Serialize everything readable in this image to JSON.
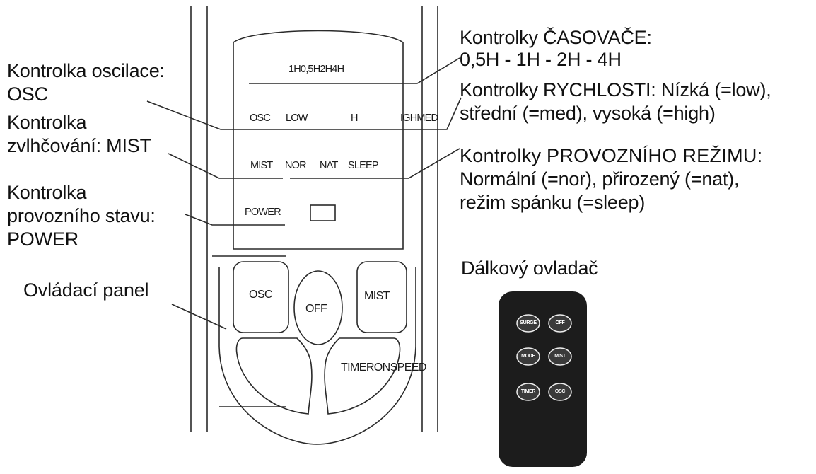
{
  "callouts": {
    "timer_title": "Kontrolky ČASOVAČE:",
    "timer_values": "0,5H - 1H - 2H - 4H",
    "speed_line1": "Kontrolky RYCHLOSTI: Nízká (=low),",
    "speed_line2": "střední (=med), vysoká (=high)",
    "mode_line1": "Kontrolky PROVOZNÍHO REŽIMU:",
    "mode_line2": "Normální (=nor), přirozený (=nat),",
    "mode_line3": "režim spánku (=sleep)",
    "osc_line1": "Kontrolka oscilace:",
    "osc_line2": "OSC",
    "mist_line1": "Kontrolka",
    "mist_line2": "zvlhčování: MIST",
    "power_line1": "Kontrolka",
    "power_line2": "provozního stavu:",
    "power_line3": "POWER",
    "panel": "Ovládací panel",
    "remote_title": "Dálkový ovladač"
  },
  "display": {
    "timer_row": "1H0,5H2H4H",
    "osc": "OSC",
    "low": "LOW",
    "h": "H",
    "highmed": "IGHMED",
    "mist": "MIST",
    "nor": "NOR",
    "nat": "NAT",
    "sleep": "SLEEP",
    "power": "POWER"
  },
  "panel_buttons": {
    "osc": "OSC",
    "off": "OFF",
    "mist": "MIST",
    "timer_speed": "TIMERONSPEED"
  },
  "remote_buttons": {
    "surge": "SURGE",
    "off": "OFF",
    "mode": "MODE",
    "mist": "MIST",
    "timer": "TIMER",
    "osc": "OSC"
  },
  "colors": {
    "line": "#2a2a2a",
    "remote_body": "#1c1c1c",
    "remote_button": "#3a3a3a",
    "text": "#111111"
  }
}
